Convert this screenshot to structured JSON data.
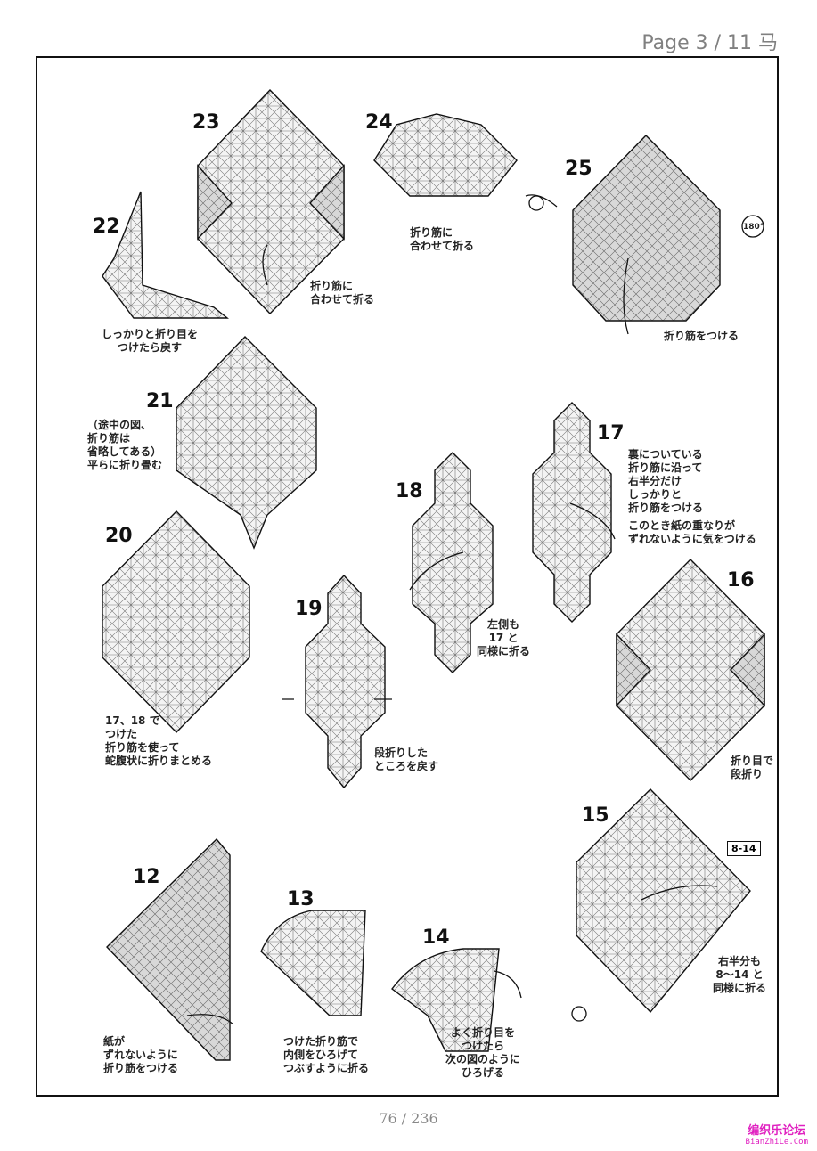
{
  "header": {
    "page_indicator": "Page 3 / 11 马"
  },
  "steps": [
    {
      "number": "23",
      "caption": "折り筋に\n合わせて折る"
    },
    {
      "number": "24",
      "caption": "折り筋に\n合わせて折る"
    },
    {
      "number": "25",
      "caption": "折り筋をつける",
      "rotate_label": "180°"
    },
    {
      "number": "22",
      "caption": "しっかりと折り目を\nつけたら戻す"
    },
    {
      "number": "21",
      "caption": "（途中の図、\n折り筋は\n省略してある）\n平らに折り畳む"
    },
    {
      "number": "18",
      "caption": "左側も\n17 と\n同様に折る"
    },
    {
      "number": "17",
      "caption": "裏についている\n折り筋に沿って\n右半分だけ\nしっかりと\n折り筋をつける",
      "note": "このとき紙の重なりが\nずれないように気をつける"
    },
    {
      "number": "20",
      "caption": "17、18 で\nつけた\n折り筋を使って\n蛇腹状に折りまとめる"
    },
    {
      "number": "19",
      "caption": "段折りした\nところを戻す"
    },
    {
      "number": "16",
      "caption": "折り目で\n段折り"
    },
    {
      "number": "15",
      "caption": "右半分も\n8〜14 と\n同様に折る",
      "ref_box": "8-14"
    },
    {
      "number": "12",
      "caption": "紙が\nずれないように\n折り筋をつける"
    },
    {
      "number": "13",
      "caption": "つけた折り筋で\n内側をひろげて\nつぶすように折る"
    },
    {
      "number": "14",
      "caption": "よく折り目を\nつけたら\n次の図のように\nひろげる"
    }
  ],
  "footer": {
    "page_count": "76 / 236"
  },
  "watermark": {
    "name": "编织乐论坛",
    "url": "BianZhiLe.Com"
  }
}
